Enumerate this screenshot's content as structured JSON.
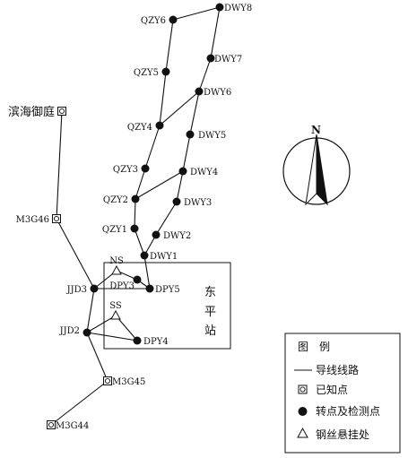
{
  "legend": {
    "title": "图　例",
    "items": [
      {
        "kind": "line",
        "label": "导线线路"
      },
      {
        "kind": "known",
        "label": "已知点"
      },
      {
        "kind": "turning",
        "label": "转点及检测点"
      },
      {
        "kind": "wire",
        "label": "钢丝悬挂处"
      }
    ]
  },
  "station_label": [
    "东",
    "平",
    "站"
  ],
  "north_label": "N",
  "points": [
    {
      "id": "DWY8",
      "kind": "turning"
    },
    {
      "id": "QZY6",
      "kind": "turning"
    },
    {
      "id": "DWY7",
      "kind": "turning"
    },
    {
      "id": "QZY5",
      "kind": "turning"
    },
    {
      "id": "DWY6",
      "kind": "turning"
    },
    {
      "id": "QZY4",
      "kind": "turning"
    },
    {
      "id": "DWY5",
      "kind": "turning"
    },
    {
      "id": "DWY4",
      "kind": "turning"
    },
    {
      "id": "QZY3",
      "kind": "turning"
    },
    {
      "id": "QZY2",
      "kind": "turning"
    },
    {
      "id": "DWY3",
      "kind": "turning"
    },
    {
      "id": "DWY2",
      "kind": "turning"
    },
    {
      "id": "QZY1",
      "kind": "turning"
    },
    {
      "id": "DWY1",
      "kind": "turning"
    },
    {
      "id": "DPY3",
      "kind": "turning"
    },
    {
      "id": "DPY5",
      "kind": "turning"
    },
    {
      "id": "DPY4",
      "kind": "turning"
    },
    {
      "id": "JJD3",
      "kind": "turning"
    },
    {
      "id": "JJD2",
      "kind": "turning"
    },
    {
      "id": "NS",
      "kind": "wire"
    },
    {
      "id": "SS",
      "kind": "wire"
    },
    {
      "id": "滨海御庭",
      "kind": "known"
    },
    {
      "id": "M3G46",
      "kind": "known"
    },
    {
      "id": "M3G45",
      "kind": "known"
    },
    {
      "id": "M3G44",
      "kind": "known"
    }
  ],
  "lines": [
    [
      "QZY6",
      "DWY8"
    ],
    [
      "QZY6",
      "QZY5"
    ],
    [
      "QZY5",
      "QZY4"
    ],
    [
      "QZY4",
      "QZY3"
    ],
    [
      "QZY3",
      "QZY2"
    ],
    [
      "QZY2",
      "QZY1"
    ],
    [
      "QZY1",
      "DWY1"
    ],
    [
      "DWY8",
      "DWY7"
    ],
    [
      "DWY7",
      "DWY6"
    ],
    [
      "DWY6",
      "DWY5"
    ],
    [
      "DWY5",
      "DWY4"
    ],
    [
      "DWY4",
      "DWY3"
    ],
    [
      "DWY3",
      "DWY2"
    ],
    [
      "DWY2",
      "DWY1"
    ],
    [
      "QZY4",
      "DWY6"
    ],
    [
      "QZY2",
      "DWY4"
    ],
    [
      "DWY1",
      "DPY5"
    ],
    [
      "DPY5",
      "DPY3"
    ],
    [
      "DPY3",
      "NS"
    ],
    [
      "NS",
      "JJD3"
    ],
    [
      "JJD3",
      "DPY5"
    ],
    [
      "JJD3",
      "M3G46"
    ],
    [
      "M3G46",
      "滨海御庭"
    ],
    [
      "JJD3",
      "JJD2"
    ],
    [
      "JJD2",
      "SS"
    ],
    [
      "SS",
      "DPY4"
    ],
    [
      "JJD2",
      "DPY4"
    ],
    [
      "JJD2",
      "M3G45"
    ],
    [
      "M3G45",
      "M3G44"
    ]
  ]
}
